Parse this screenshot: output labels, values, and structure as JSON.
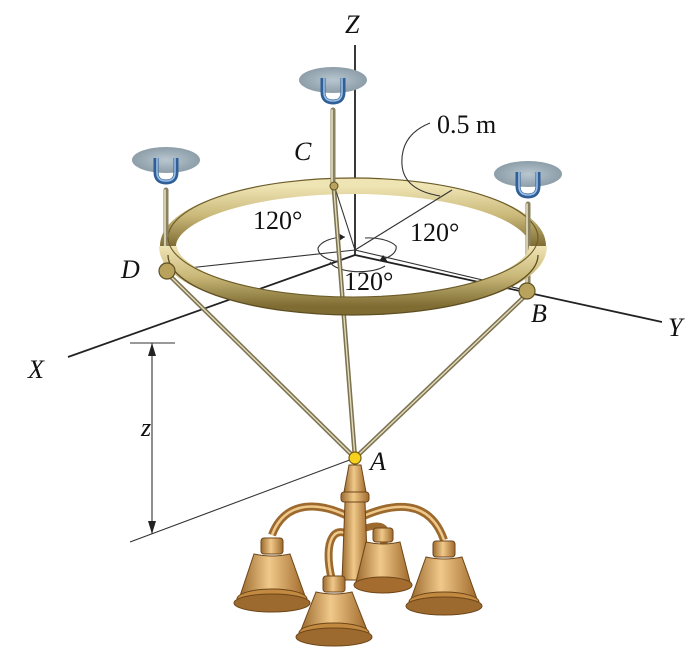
{
  "figure": {
    "axes": {
      "x": "X",
      "y": "Y",
      "z": "Z"
    },
    "points": {
      "a": "A",
      "b": "B",
      "c": "C",
      "d": "D"
    },
    "angles": [
      "120°",
      "120°",
      "120°"
    ],
    "radius": "0.5 m",
    "height": "z"
  },
  "colors": {
    "ring_gold": "#c9b878",
    "ring_shadow": "#7e6c33",
    "lamp_gold": "#d8a35e",
    "lamp_dark": "#9c6a2e",
    "hook_blue": "#5b87b8",
    "ceiling_gray": "#9aa8b2"
  }
}
